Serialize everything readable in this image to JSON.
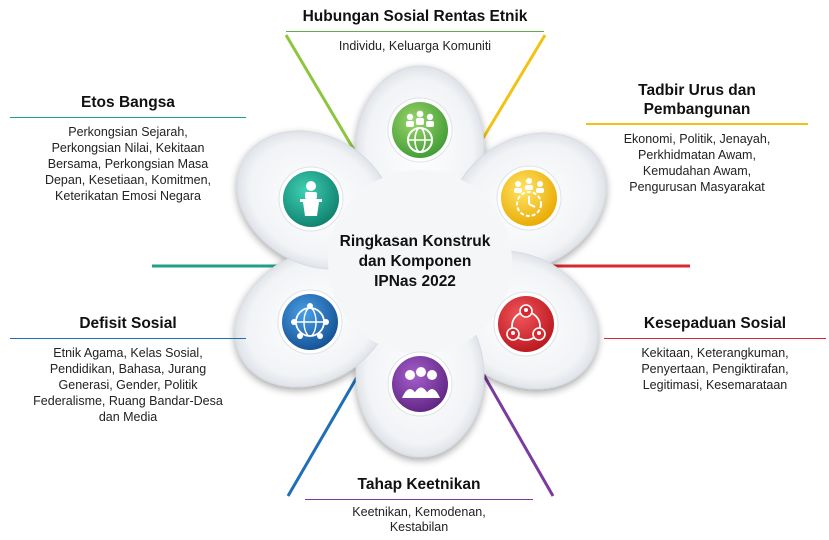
{
  "center": {
    "line1": "Ringkasan Konstruk",
    "line2": "dan Komponen",
    "line3": "IPNas 2022"
  },
  "components": [
    {
      "id": "hubungan",
      "title": "Hubungan Sosial Rentas Etnik",
      "lines": [
        "Individu, Keluarga Komuniti"
      ],
      "color": "#5bb04a",
      "icon": "globe-people-icon"
    },
    {
      "id": "tadbir",
      "title": "Tadbir Urus dan Pembangunan",
      "title_lines": [
        "Tadbir Urus dan",
        "Pembangunan"
      ],
      "lines": [
        "Ekonomi, Politik, Jenayah,",
        "Perkhidmatan Awam,",
        "Kemudahan Awam,",
        "Pengurusan Masyarakat"
      ],
      "color": "#f2c315",
      "icon": "clock-group-icon"
    },
    {
      "id": "kesepaduan",
      "title": "Kesepaduan Sosial",
      "lines": [
        "Kekitaan, Keterangkuman,",
        "Penyertaan, Pengiktirafan,",
        "Legitimasi, Kesemarataan"
      ],
      "color": "#d9282f",
      "icon": "network-people-icon"
    },
    {
      "id": "tahap",
      "title": "Tahap Keetnikan",
      "lines": [
        "Keetnikan, Kemodenan,",
        "Kestabilan"
      ],
      "color": "#7b3aa0",
      "icon": "crowd-icon"
    },
    {
      "id": "defisit",
      "title": "Defisit Sosial",
      "lines": [
        "Etnik Agama, Kelas Sosial,",
        "Pendidikan, Bahasa, Jurang",
        "Generasi, Gender, Politik",
        "Federalisme, Ruang Bandar-Desa",
        "dan Media"
      ],
      "color": "#1f6fb8",
      "icon": "globe-network-icon"
    },
    {
      "id": "etos",
      "title": "Etos Bangsa",
      "lines": [
        "Perkongsian Sejarah,",
        "Perkongsian Nilai, Kekitaan",
        "Bersama, Perkongsian Masa",
        "Depan, Kesetiaan, Komitmen,",
        "Keterikatan Emosi Negara"
      ],
      "color": "#1fa08a",
      "icon": "speaker-podium-icon"
    }
  ]
}
